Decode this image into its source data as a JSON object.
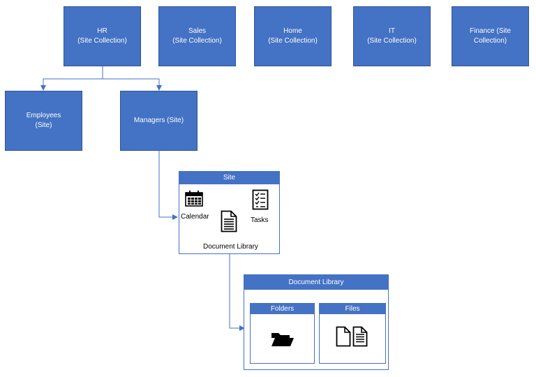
{
  "collections": [
    {
      "title": "HR",
      "subtitle": "(Site Collection)"
    },
    {
      "title": "Sales",
      "subtitle": "(Site Collection)"
    },
    {
      "title": "Home",
      "subtitle": "(Site Collection)"
    },
    {
      "title": "IT",
      "subtitle": "(Site Collection)"
    },
    {
      "title": "Finance (Site",
      "subtitle": "Collection)"
    }
  ],
  "sites": [
    {
      "title": "Employees",
      "subtitle": "(Site)"
    },
    {
      "title": "Managers (Site)"
    }
  ],
  "site_panel": {
    "header": "Site",
    "calendar": "Calendar",
    "tasks": "Tasks",
    "document_library": "Document Library"
  },
  "library_panel": {
    "header": "Document Library",
    "folders": "Folders",
    "files": "Files"
  },
  "colors": {
    "accent": "#4472c4",
    "accent_border": "#2f5597",
    "connector": "#4472c4"
  }
}
